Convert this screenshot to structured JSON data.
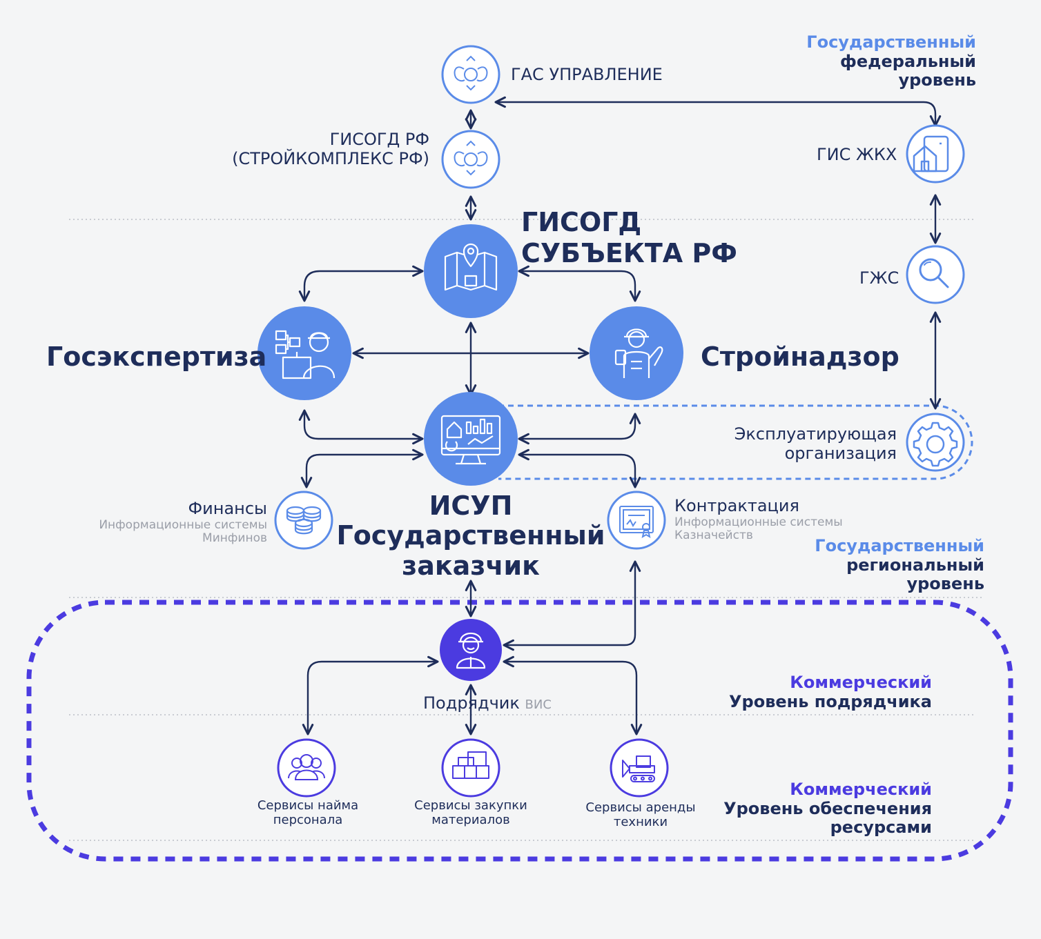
{
  "levels": {
    "federal": {
      "accent": "Государственный",
      "line2": "федеральный",
      "line3": "уровень"
    },
    "regional": {
      "accent": "Государственный",
      "line2": "региональный",
      "line3": "уровень"
    },
    "contractor": {
      "accent": "Коммерческий",
      "line2": "Уровень подрядчика"
    },
    "resources": {
      "accent": "Коммерческий",
      "line2": "Уровень обеспечения",
      "line3": "ресурсами"
    }
  },
  "nodes": {
    "gas": {
      "label": "ГАС УПРАВЛЕНИЕ",
      "icon": "emblem-icon"
    },
    "gisogd_rf": {
      "line1": "ГИСОГД РФ",
      "line2": "(СТРОЙКОМПЛЕКС РФ)",
      "icon": "emblem-icon"
    },
    "gis_zhkh": {
      "label": "ГИС ЖКХ",
      "icon": "house-icon"
    },
    "gzhs": {
      "label": "ГЖС",
      "icon": "magnifier-icon"
    },
    "gisogd_subject": {
      "line1": "ГИСОГД",
      "line2": "СУБЪЕКТА РФ",
      "icon": "map-pin-icon"
    },
    "gosexpertiza": {
      "label": "Госэкспертиза",
      "icon": "expert-icon"
    },
    "stroinadzor": {
      "label": "Стройнадзор",
      "icon": "inspector-icon"
    },
    "isup": {
      "line1": "ИСУП",
      "line2": "Государственный",
      "line3": "заказчик",
      "icon": "dashboard-icon"
    },
    "operating_org": {
      "line1": "Эксплуатирующая",
      "line2": "организация",
      "icon": "gear-icon"
    },
    "finance": {
      "title": "Финансы",
      "sub1": "Информационные системы",
      "sub2": "Минфинов",
      "icon": "coins-icon"
    },
    "contracting": {
      "title": "Контрактация",
      "sub1": "Информационные системы",
      "sub2": "Казначейств",
      "icon": "certificate-icon"
    },
    "contractor": {
      "label": "Подрядчик",
      "suffix": "ВИС",
      "icon": "worker-icon"
    },
    "hire": {
      "line1": "Сервисы найма",
      "line2": "персонала",
      "icon": "people-icon"
    },
    "materials": {
      "line1": "Сервисы закупки",
      "line2": "материалов",
      "icon": "blocks-icon"
    },
    "equipment": {
      "line1": "Сервисы аренды",
      "line2": "техники",
      "icon": "bulldozer-icon"
    }
  },
  "colors": {
    "blue": "#5a8be8",
    "violet": "#4b3be0",
    "navy": "#1e2d5a",
    "grey": "#9a9ea8",
    "background": "#f4f5f6"
  }
}
